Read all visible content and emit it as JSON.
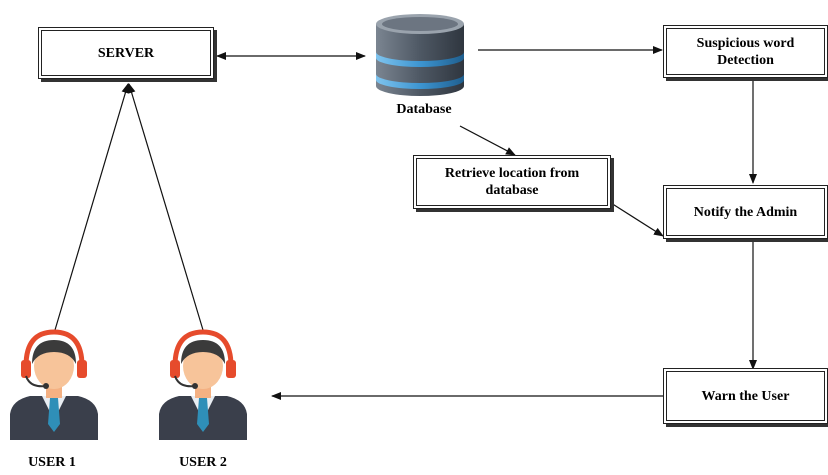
{
  "nodes": {
    "server": "SERVER",
    "database": "Database",
    "suspicious": "Suspicious word Detection",
    "retrieve": "Retrieve location from database",
    "notify": "Notify the Admin",
    "warn": "Warn the User",
    "user1": "USER 1",
    "user2": "USER 2"
  },
  "icons": {
    "database": "database-icon",
    "user": "headset-user-icon"
  },
  "colors": {
    "line": "#111111",
    "headset": "#e64b2c",
    "suit": "#3a3f4b",
    "tie": "#2f8fb8",
    "db_body": "#5a6470",
    "db_band": "#4aa3df"
  }
}
